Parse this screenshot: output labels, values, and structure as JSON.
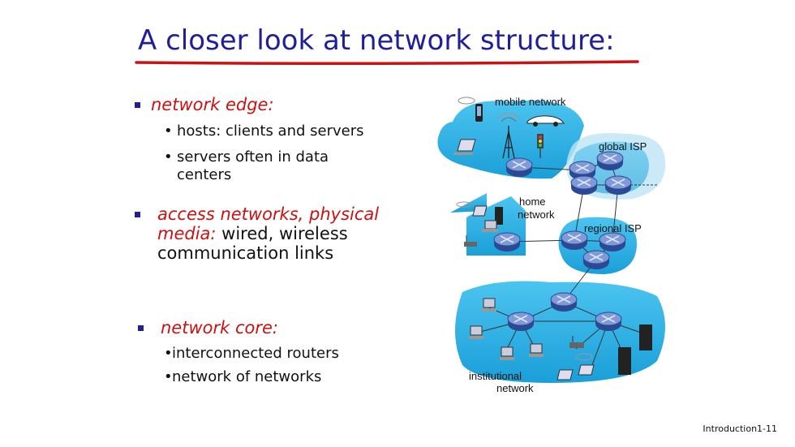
{
  "slide": {
    "title": "A closer look at network structure:",
    "footer": "Introduction1-11"
  },
  "bullets": {
    "edge": {
      "heading": "network edge:",
      "subs": [
        "hosts: clients and servers",
        "servers often in data",
        "centers"
      ]
    },
    "access": {
      "heading_line1": "access networks, physical",
      "heading_line2_red": "media:",
      "heading_line2_rest": " wired, wireless",
      "line3": "communication links"
    },
    "core": {
      "heading": "network core:",
      "subs": [
        "interconnected routers",
        "network of networks"
      ]
    }
  },
  "diagram": {
    "labels": {
      "mobile": "mobile  network",
      "global": "global  ISP",
      "home_1": "home",
      "home_2": "network",
      "regional": "regional  ISP",
      "inst_1": "institutional",
      "inst_2": "network"
    },
    "colors": {
      "cloud": "#22aee6",
      "router": "#3a5ba8",
      "router_top": "#7f9ad6",
      "title": "#1f1f99",
      "accent_red": "#cc1111"
    }
  }
}
